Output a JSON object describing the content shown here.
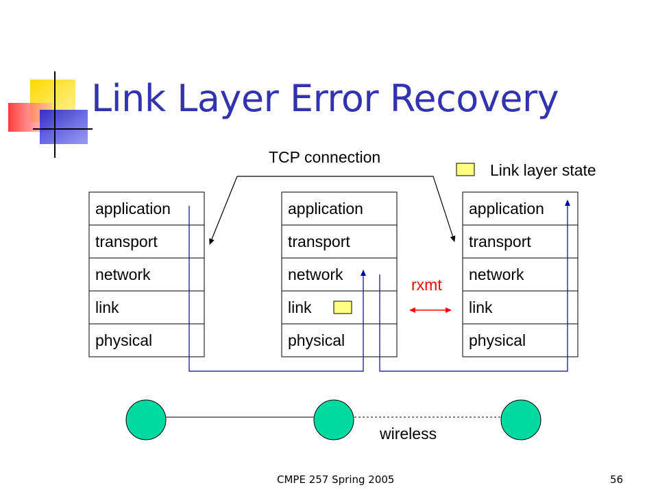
{
  "slide": {
    "title": "Link Layer Error Recovery",
    "footer_left": "CMPE 257  Spring 2005",
    "page_number": "56"
  },
  "diagram": {
    "tcp_connection_label": "TCP connection",
    "legend_label": "Link layer state",
    "rxmt_label": "rxmt",
    "wireless_label": "wireless",
    "stacks": [
      {
        "layers": [
          "application",
          "transport",
          "network",
          "link",
          "physical"
        ]
      },
      {
        "layers": [
          "application",
          "transport",
          "network",
          "link",
          "physical"
        ]
      },
      {
        "layers": [
          "application",
          "transport",
          "network",
          "link",
          "physical"
        ]
      }
    ]
  },
  "colors": {
    "title": "#3333b2",
    "arrow_path": "#0000aa",
    "rxmt": "#ff0000",
    "node_fill": "#00d9a0",
    "link_state_fill": "#ffff80"
  }
}
